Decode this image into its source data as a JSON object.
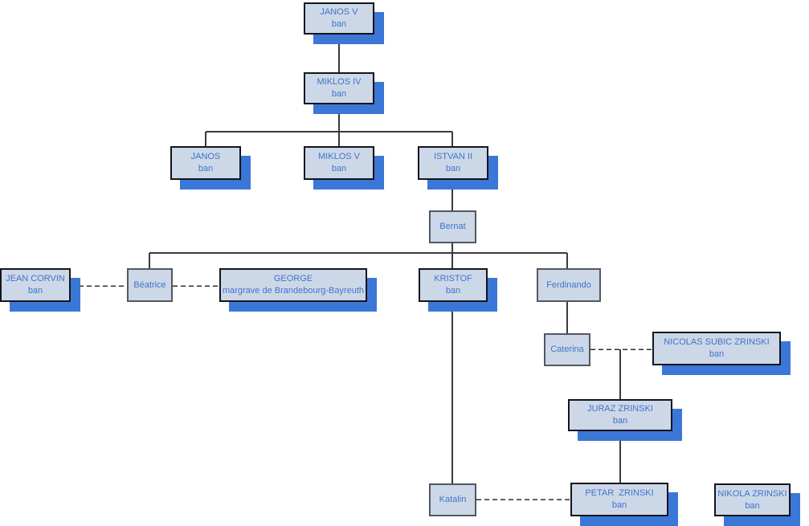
{
  "diagram": {
    "type": "family-tree",
    "colors": {
      "box_fill": "#ccd8e8",
      "box_border": "#53575f",
      "box_border_shadowed": "#14141c",
      "drop_shadow": "#3b77d6",
      "text": "#4273c8",
      "connector_line": "#3a3a3a",
      "background": "#ffffff"
    },
    "nodes": {
      "janos_v": {
        "name": "JANOS V",
        "title": "ban"
      },
      "miklos_iv": {
        "name": "MIKLOS IV",
        "title": "ban"
      },
      "janos": {
        "name": "JANOS",
        "title": "ban"
      },
      "miklos_v": {
        "name": "MIKLOS V",
        "title": "ban"
      },
      "istvan_ii": {
        "name": "ISTVAN II",
        "title": "ban"
      },
      "bernat": {
        "name": "Bernat"
      },
      "jean_corvin": {
        "name": "JEAN CORVIN",
        "title": "ban"
      },
      "beatrice": {
        "name": "Béatrice"
      },
      "george": {
        "name": "GEORGE",
        "title": "margrave de Brandebourg-Bayreuth"
      },
      "kristof": {
        "name": "KRISTOF",
        "title": "ban"
      },
      "ferdinando": {
        "name": "Ferdinando"
      },
      "caterina": {
        "name": "Caterina"
      },
      "nicolas_subic_zrinski": {
        "name": "NICOLAS SUBIC ZRINSKI",
        "title": "ban"
      },
      "juraz_zrinski": {
        "name": "JURAZ ZRINSKI",
        "title": "ban"
      },
      "katalin": {
        "name": "Katalin"
      },
      "petar_zrinski": {
        "name": "PETAR  ZRINSKI",
        "title": "ban"
      },
      "nikola_zrinski": {
        "name": "NIKOLA ZRINSKI",
        "title": "ban"
      }
    },
    "relations": {
      "solid_lines": "parent-child",
      "dashed_lines": "marriage"
    }
  }
}
